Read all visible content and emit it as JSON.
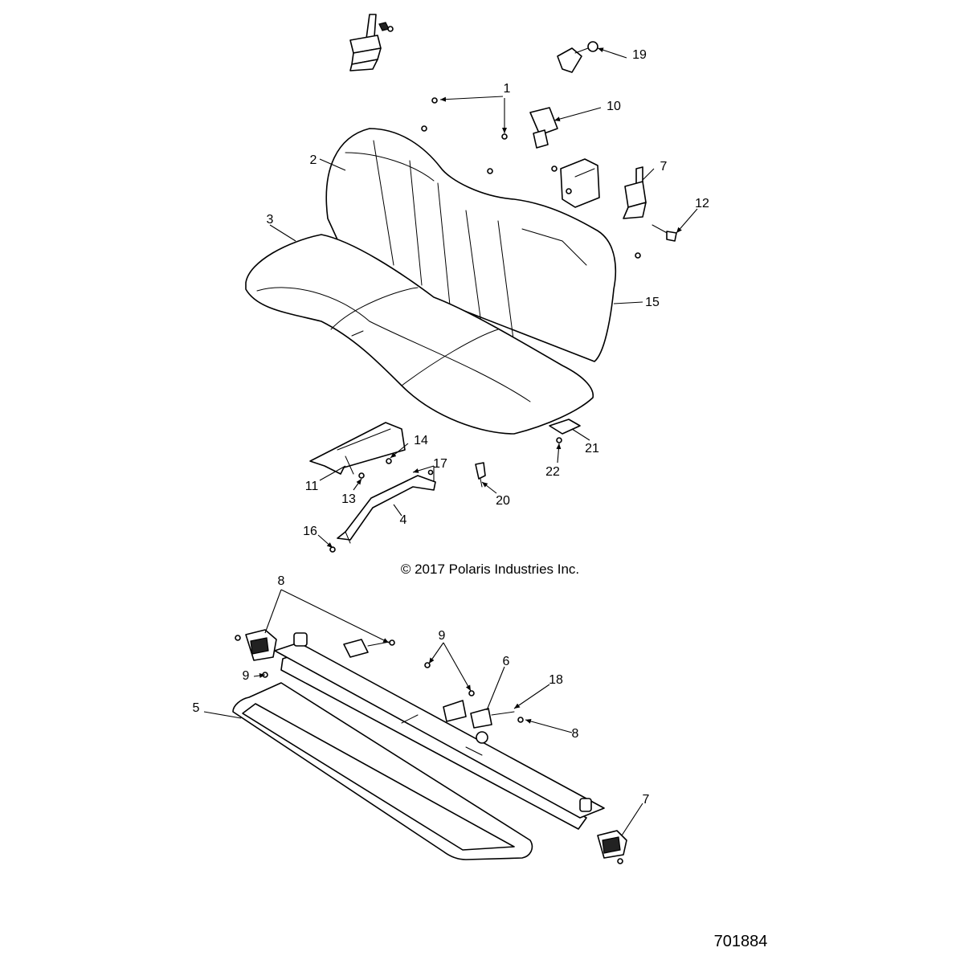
{
  "copyright": "© 2017 Polaris Industries Inc.",
  "figure_number": "701884",
  "callouts": {
    "c1": "1",
    "c2": "2",
    "c3": "3",
    "c4": "4",
    "c5": "5",
    "c6": "6",
    "c7a": "7",
    "c7b": "7",
    "c8a": "8",
    "c8b": "8",
    "c9a": "9",
    "c9b": "9",
    "c10": "10",
    "c11": "11",
    "c12": "12",
    "c13": "13",
    "c14": "14",
    "c15": "15",
    "c16": "16",
    "c17": "17",
    "c18": "18",
    "c19": "19",
    "c20": "20",
    "c21": "21",
    "c22": "22"
  }
}
